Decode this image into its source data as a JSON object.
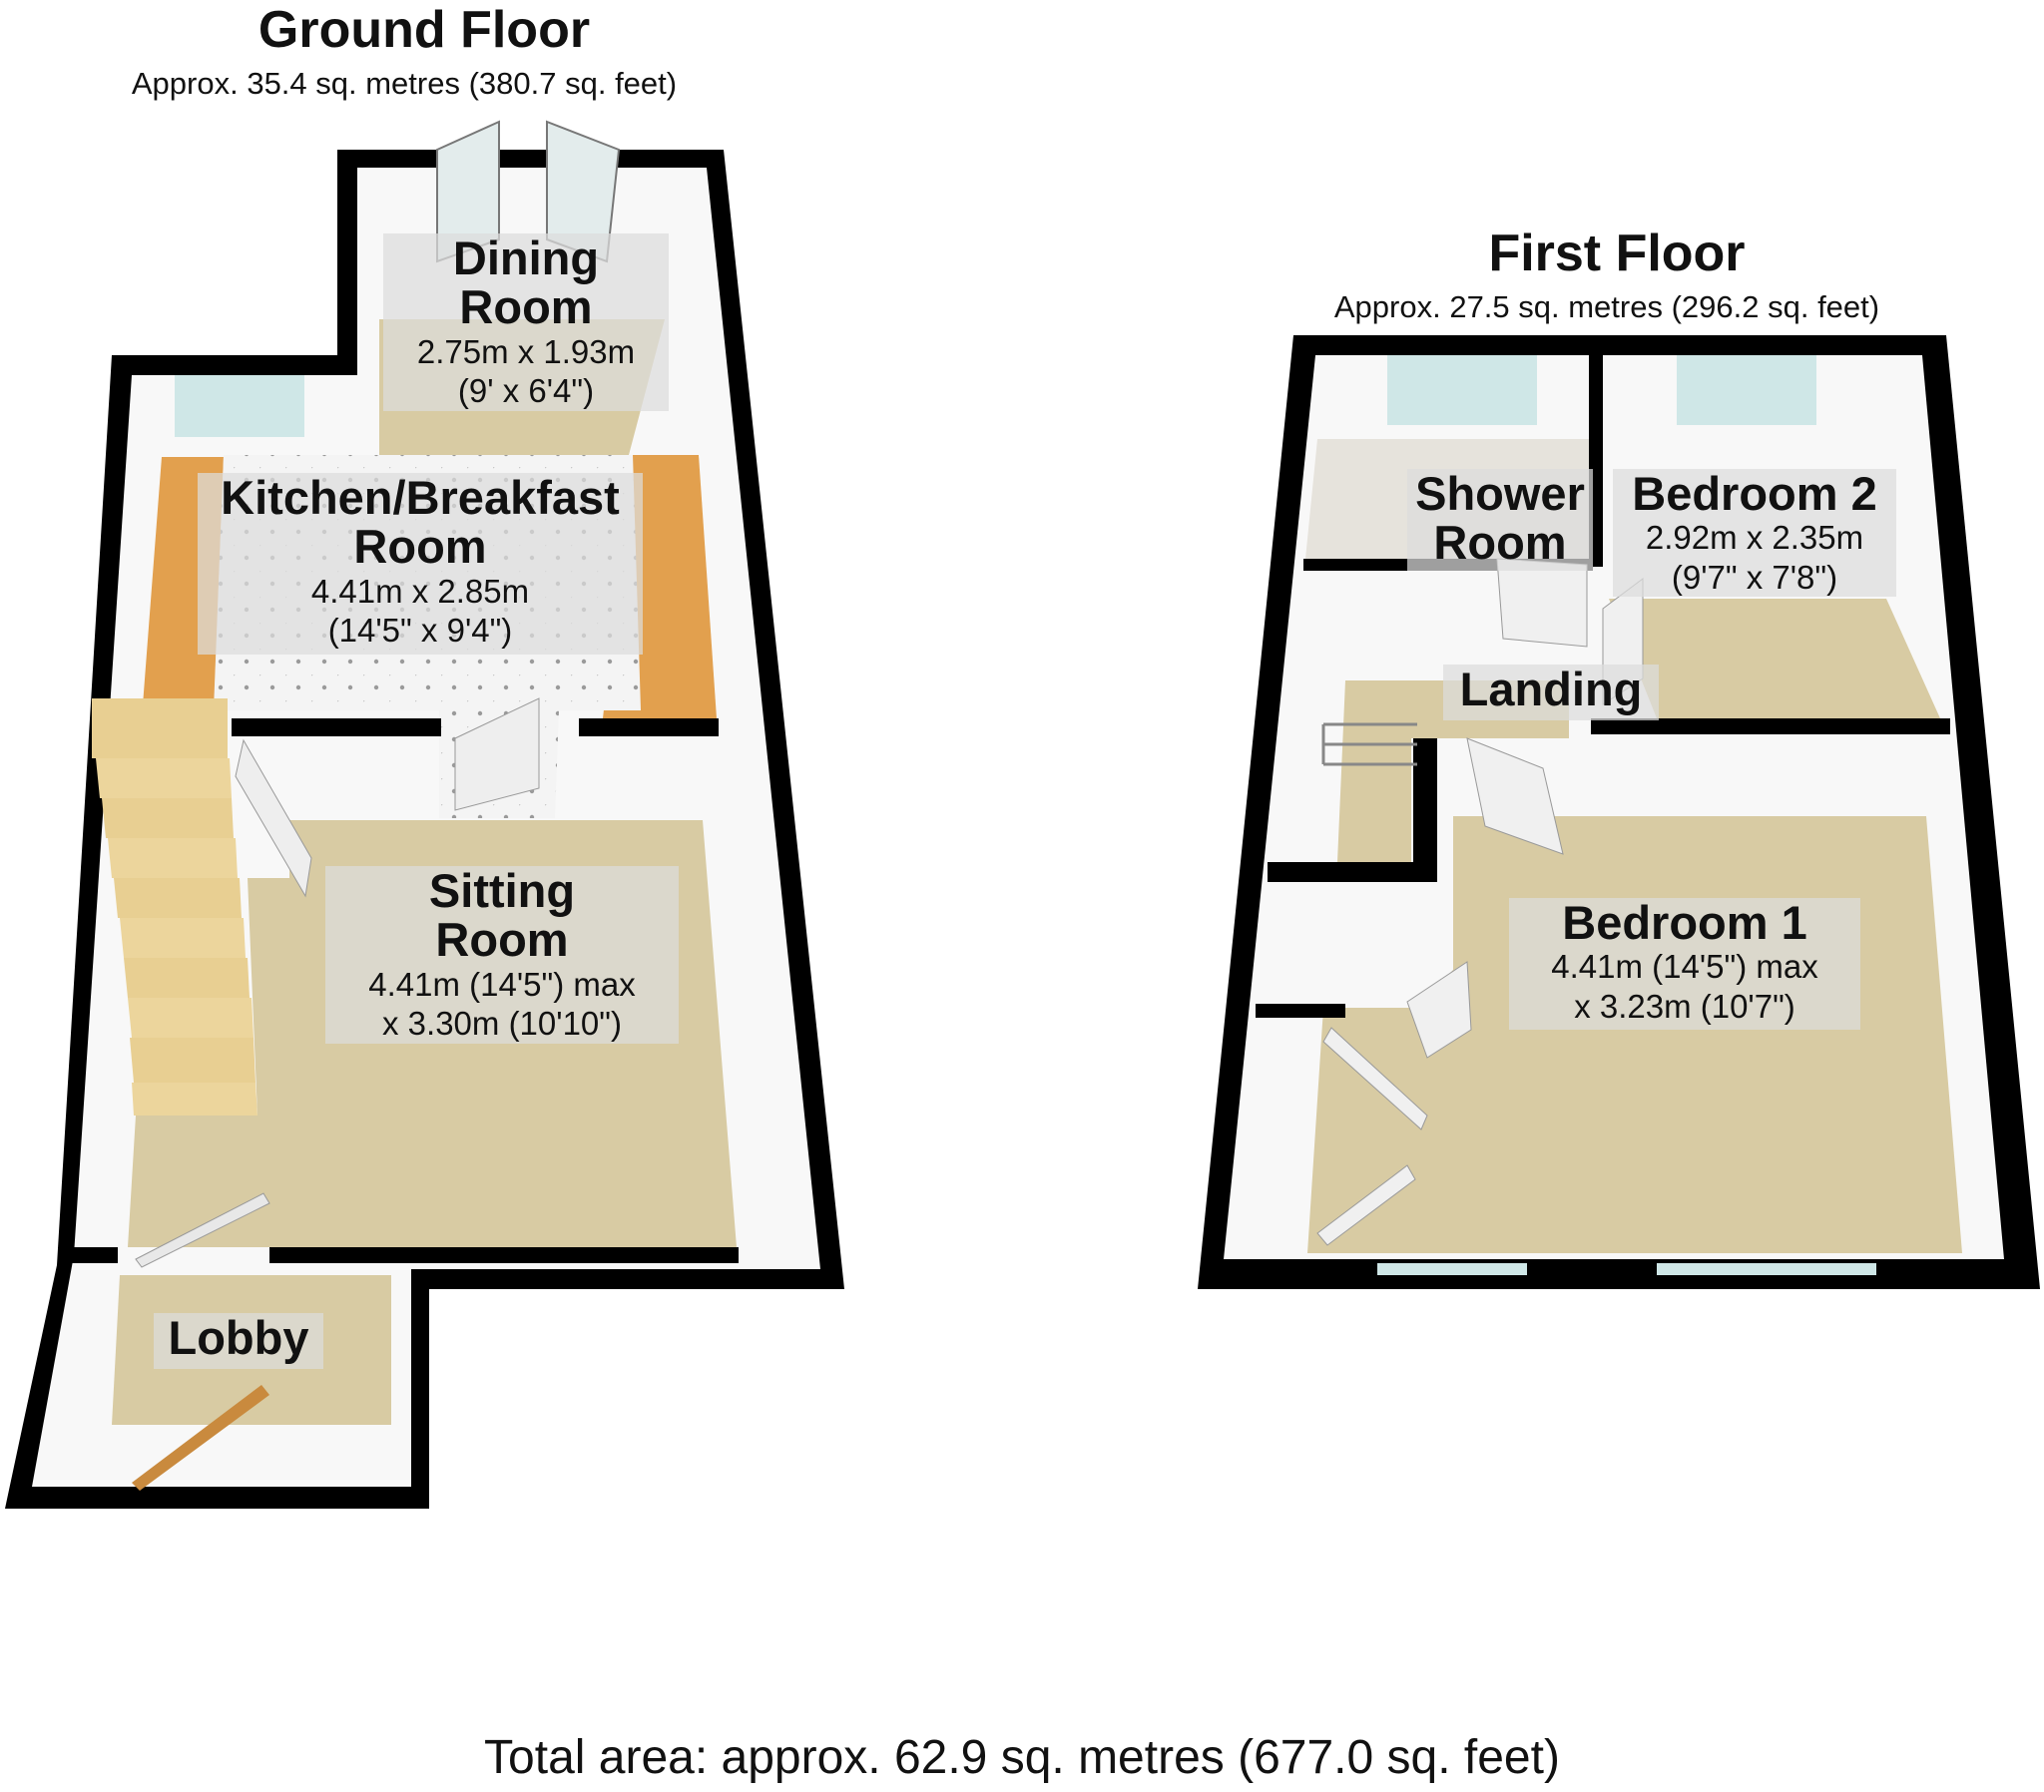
{
  "floors": [
    {
      "title": "Ground Floor",
      "area": "Approx. 35.4 sq. metres (380.7 sq. feet)",
      "rooms": [
        {
          "name": "Dining\nRoom",
          "dims": [
            "2.75m x 1.93m",
            "(9' x 6'4\")"
          ]
        },
        {
          "name": "Kitchen/Breakfast\nRoom",
          "dims": [
            "4.41m x 2.85m",
            "(14'5\" x 9'4\")"
          ]
        },
        {
          "name": "Sitting\nRoom",
          "dims": [
            "4.41m (14'5\") max",
            "x 3.30m (10'10\")"
          ]
        },
        {
          "name": "Lobby",
          "dims": []
        }
      ]
    },
    {
      "title": "First Floor",
      "area": "Approx. 27.5 sq. metres (296.2 sq. feet)",
      "rooms": [
        {
          "name": "Shower\nRoom",
          "dims": []
        },
        {
          "name": "Bedroom 2",
          "dims": [
            "2.92m x 2.35m",
            "(9'7\" x 7'8\")"
          ]
        },
        {
          "name": "Landing",
          "dims": []
        },
        {
          "name": "Bedroom 1",
          "dims": [
            "4.41m (14'5\") max",
            "x 3.23m (10'7\")"
          ]
        }
      ]
    }
  ],
  "total_area": "Total area: approx. 62.9 sq. metres (677.0 sq. feet)",
  "colors": {
    "wall": "#000000",
    "carpet": "#d8cba3",
    "wood_floor": "#e0a050",
    "tile_floor": "#f2f2f2",
    "window": "#cfe7e7",
    "inner_wall": "#f7f7f7"
  }
}
